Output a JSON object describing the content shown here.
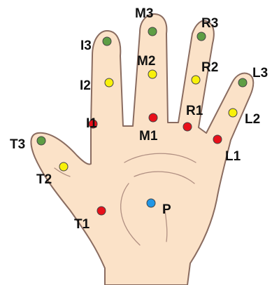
{
  "colors": {
    "skin": "#fbe2c8",
    "outline": "#8a6c60",
    "red": "#e8101a",
    "yellow": "#f8f10a",
    "green": "#5e9e44",
    "blue": "#2196e6"
  },
  "points": [
    {
      "id": "M3",
      "label": "M3",
      "color": "green"
    },
    {
      "id": "R3",
      "label": "R3",
      "color": "green"
    },
    {
      "id": "I3",
      "label": "I3",
      "color": "green"
    },
    {
      "id": "M2",
      "label": "M2",
      "color": "yellow"
    },
    {
      "id": "R2",
      "label": "R2",
      "color": "yellow"
    },
    {
      "id": "L3",
      "label": "L3",
      "color": "green"
    },
    {
      "id": "I2",
      "label": "I2",
      "color": "yellow"
    },
    {
      "id": "L2",
      "label": "L2",
      "color": "yellow"
    },
    {
      "id": "R1",
      "label": "R1",
      "color": "red"
    },
    {
      "id": "I1",
      "label": "I1",
      "color": "red"
    },
    {
      "id": "M1",
      "label": "M1",
      "color": "red"
    },
    {
      "id": "T3",
      "label": "T3",
      "color": "green"
    },
    {
      "id": "L1",
      "label": "L1",
      "color": "red"
    },
    {
      "id": "T2",
      "label": "T2",
      "color": "yellow"
    },
    {
      "id": "P",
      "label": "P",
      "color": "blue"
    },
    {
      "id": "T1",
      "label": "T1",
      "color": "red"
    }
  ]
}
